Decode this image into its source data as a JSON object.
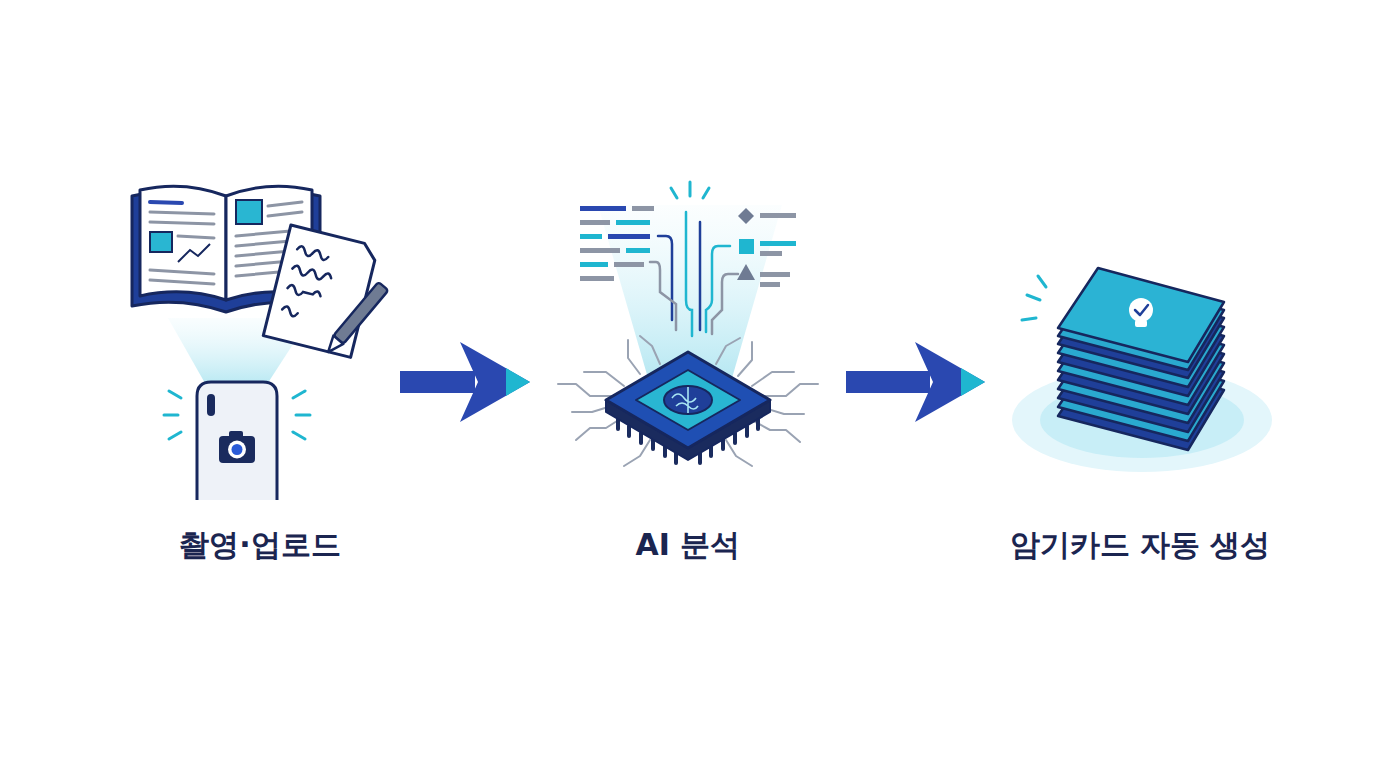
{
  "diagram": {
    "nodes": [
      {
        "text": [
          "촬영·업로드"
        ]
      },
      {
        "text": [
          "AI 분석"
        ]
      },
      {
        "text": [
          "암기카드 자동 생성"
        ]
      }
    ],
    "edges": [
      {
        "from": 0,
        "to": 1,
        "arrow": "to"
      },
      {
        "from": 1,
        "to": 2,
        "arrow": "to"
      }
    ]
  }
}
